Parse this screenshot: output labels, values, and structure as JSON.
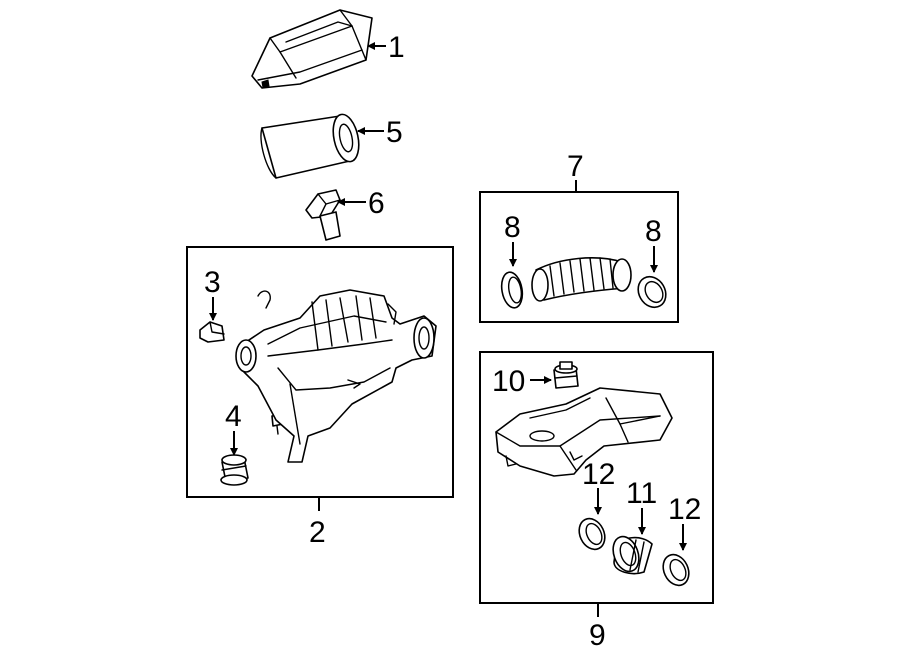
{
  "callouts": {
    "c1": "1",
    "c2": "2",
    "c3": "3",
    "c4": "4",
    "c5": "5",
    "c6": "6",
    "c7": "7",
    "c8a": "8",
    "c8b": "8",
    "c9": "9",
    "c10": "10",
    "c11": "11",
    "c12a": "12",
    "c12b": "12"
  }
}
